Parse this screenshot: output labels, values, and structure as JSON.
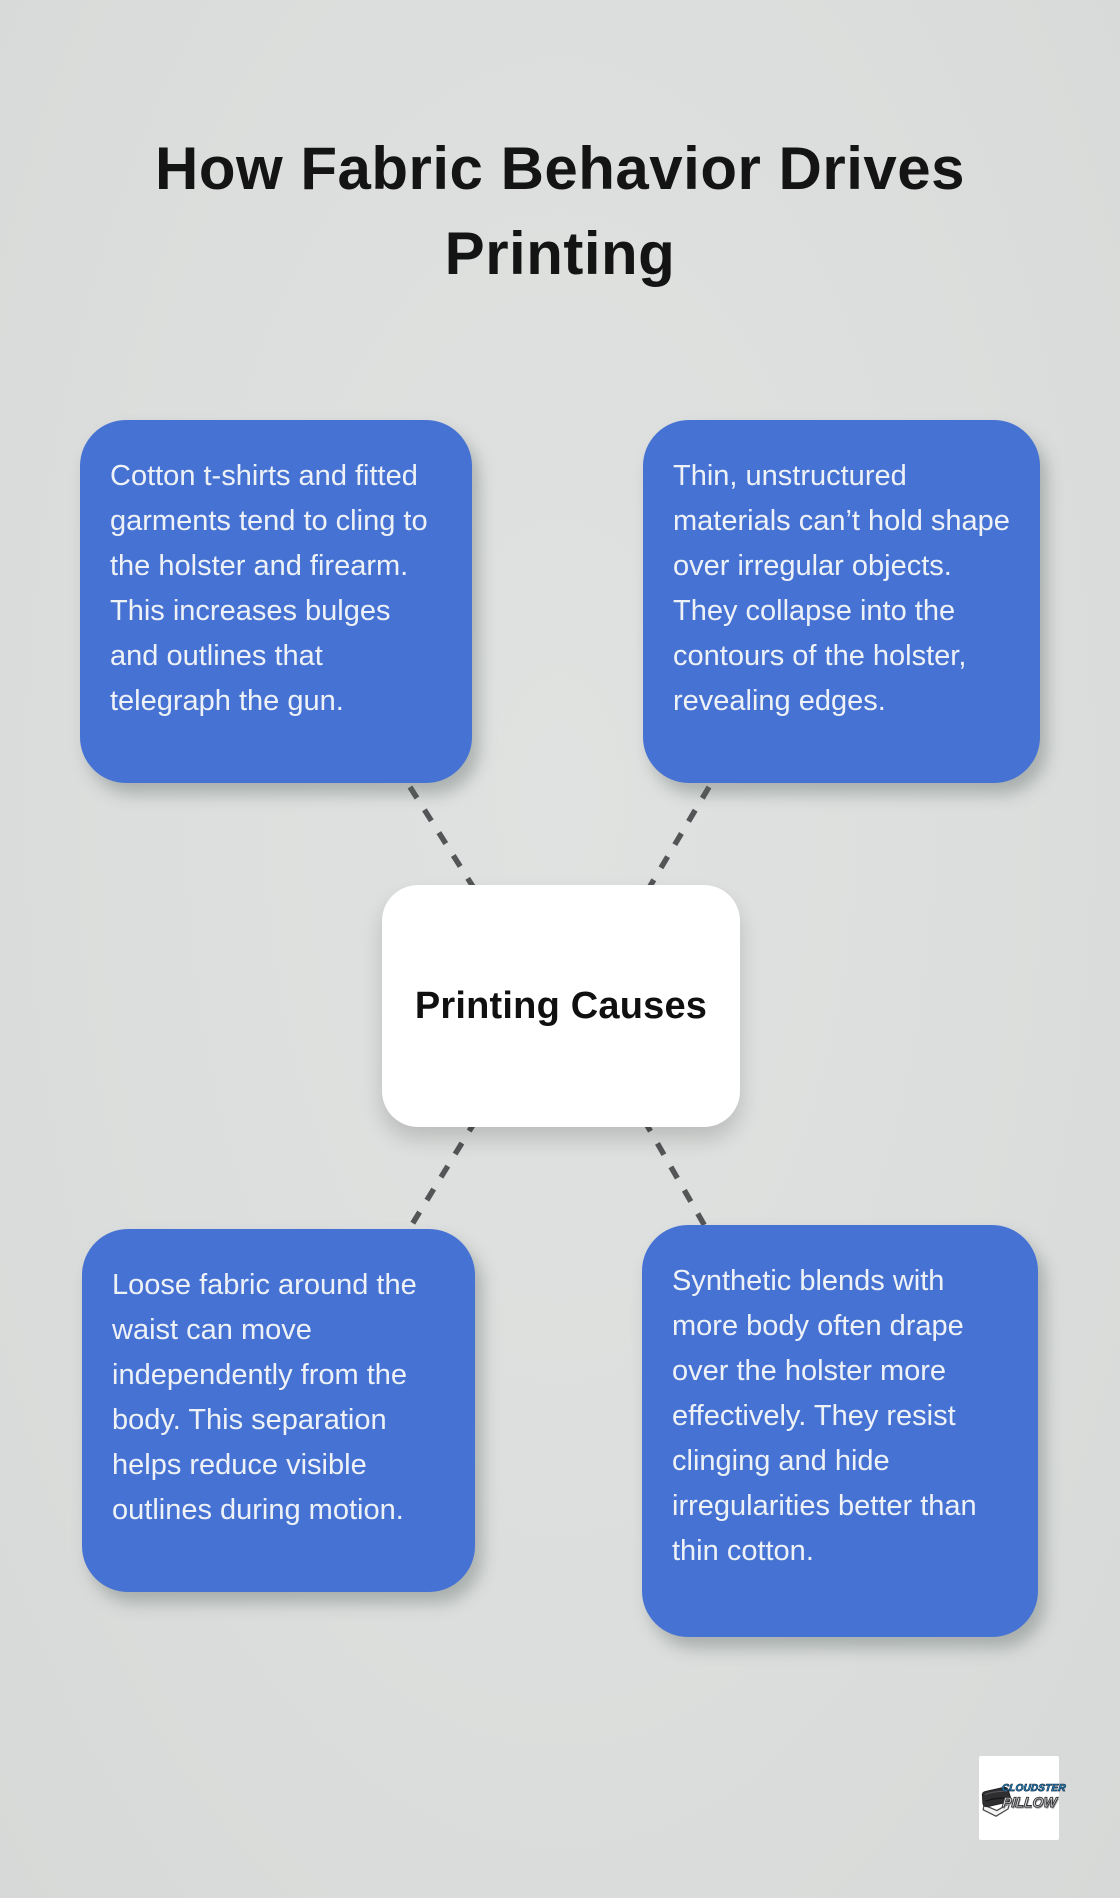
{
  "page": {
    "background_color": "#dcdedd"
  },
  "title": {
    "text": "How Fabric Behavior Drives Printing",
    "color": "#141414"
  },
  "diagram": {
    "center": {
      "label": "Printing Causes",
      "background_color": "#ffffff",
      "text_color": "#101010"
    },
    "node_background_color": "#4672d3",
    "node_text_color": "#eef2f7",
    "connector_color": "#545557",
    "connector_style": "dashed",
    "nodes": [
      {
        "id": "top-left",
        "text": "Cotton t-shirts and fitted garments tend to cling to the holster and firearm. This increases bulges and outlines that telegraph the gun."
      },
      {
        "id": "top-right",
        "text": "Thin, unstructured materials can’t hold shape over irregular objects. They collapse into the contours of the holster, revealing edges."
      },
      {
        "id": "bottom-left",
        "text": "Loose fabric around the waist can move independently from the body. This separation helps reduce visible outlines during motion."
      },
      {
        "id": "bottom-right",
        "text": "Synthetic blends with more body often drape over the holster more effectively. They resist clinging and hide irregularities better than thin cotton."
      }
    ]
  },
  "logo": {
    "brand_top": "CLOUDSTER",
    "brand_bottom": "PILLOW",
    "brand_top_color": "#2ba9e8",
    "brand_bottom_color": "#e4e6e8"
  }
}
